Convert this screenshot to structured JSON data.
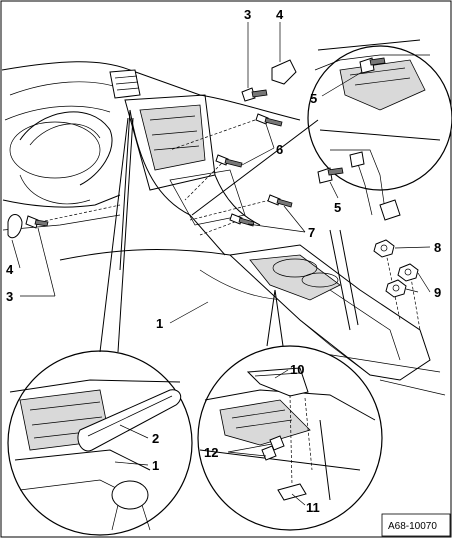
{
  "callouts": [
    {
      "id": "c1a",
      "text": "1"
    },
    {
      "id": "c1b",
      "text": "1"
    },
    {
      "id": "c2",
      "text": "2"
    },
    {
      "id": "c3a",
      "text": "3"
    },
    {
      "id": "c3b",
      "text": "3"
    },
    {
      "id": "c4a",
      "text": "4"
    },
    {
      "id": "c4b",
      "text": "4"
    },
    {
      "id": "c5a",
      "text": "5"
    },
    {
      "id": "c5b",
      "text": "5"
    },
    {
      "id": "c6",
      "text": "6"
    },
    {
      "id": "c7",
      "text": "7"
    },
    {
      "id": "c8",
      "text": "8"
    },
    {
      "id": "c9",
      "text": "9"
    },
    {
      "id": "c10",
      "text": "10"
    },
    {
      "id": "c11",
      "text": "11"
    },
    {
      "id": "c12",
      "text": "12"
    }
  ],
  "reference": "A68-10070"
}
